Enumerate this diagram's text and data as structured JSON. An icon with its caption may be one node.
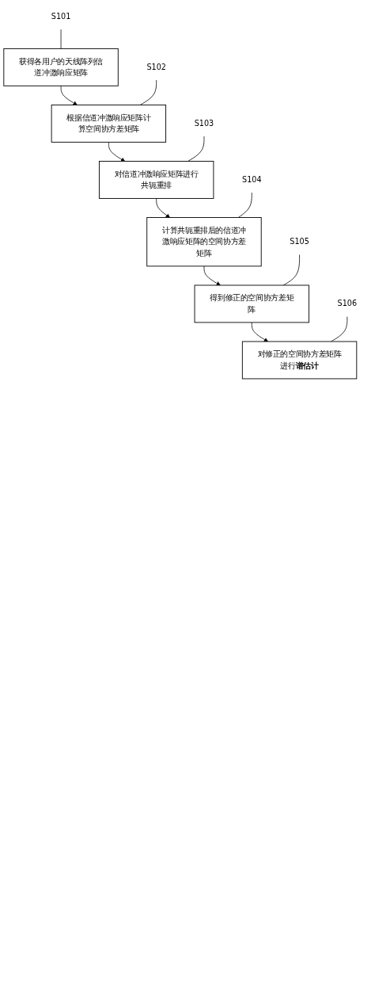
{
  "diagram": {
    "nodes": [
      {
        "text": [
          "S101"
        ]
      },
      {
        "text": [
          "获得各用户的天线阵列信道冲激响应矩阵"
        ]
      },
      {
        "text": [
          "S102"
        ]
      },
      {
        "text": [
          "根据信道冲激响应矩阵计算空间协方差矩阵"
        ]
      },
      {
        "text": [
          "S103"
        ]
      },
      {
        "text": [
          "对信道冲激响应矩阵进行共轭重排"
        ]
      },
      {
        "text": [
          "S104"
        ]
      },
      {
        "text": [
          "计算共轭重排后的信道冲激响应矩阵的空间协方差矩阵"
        ]
      },
      {
        "text": [
          "S105"
        ]
      },
      {
        "text": [
          "得到修正的空间协方差矩阵"
        ]
      },
      {
        "text": [
          "S106"
        ]
      },
      {
        "text": [
          "对修正的空间协方差矩阵进行**谱估计**"
        ]
      }
    ],
    "edges": [
      {
        "from": 1,
        "to": 3,
        "arrow": "to"
      },
      {
        "from": 3,
        "to": 5,
        "arrow": "to"
      },
      {
        "from": 5,
        "to": 7,
        "arrow": "to"
      },
      {
        "from": 7,
        "to": 9,
        "arrow": "to"
      },
      {
        "from": 9,
        "to": 11,
        "arrow": "to"
      },
      {
        "from": 0,
        "to": 1,
        "arrow": "none"
      },
      {
        "from": 2,
        "to": 3,
        "arrow": "none"
      },
      {
        "from": 4,
        "to": 5,
        "arrow": "none"
      },
      {
        "from": 6,
        "to": 7,
        "arrow": "none"
      },
      {
        "from": 8,
        "to": 9,
        "arrow": "none"
      },
      {
        "from": 10,
        "to": 11,
        "arrow": "none"
      }
    ]
  }
}
